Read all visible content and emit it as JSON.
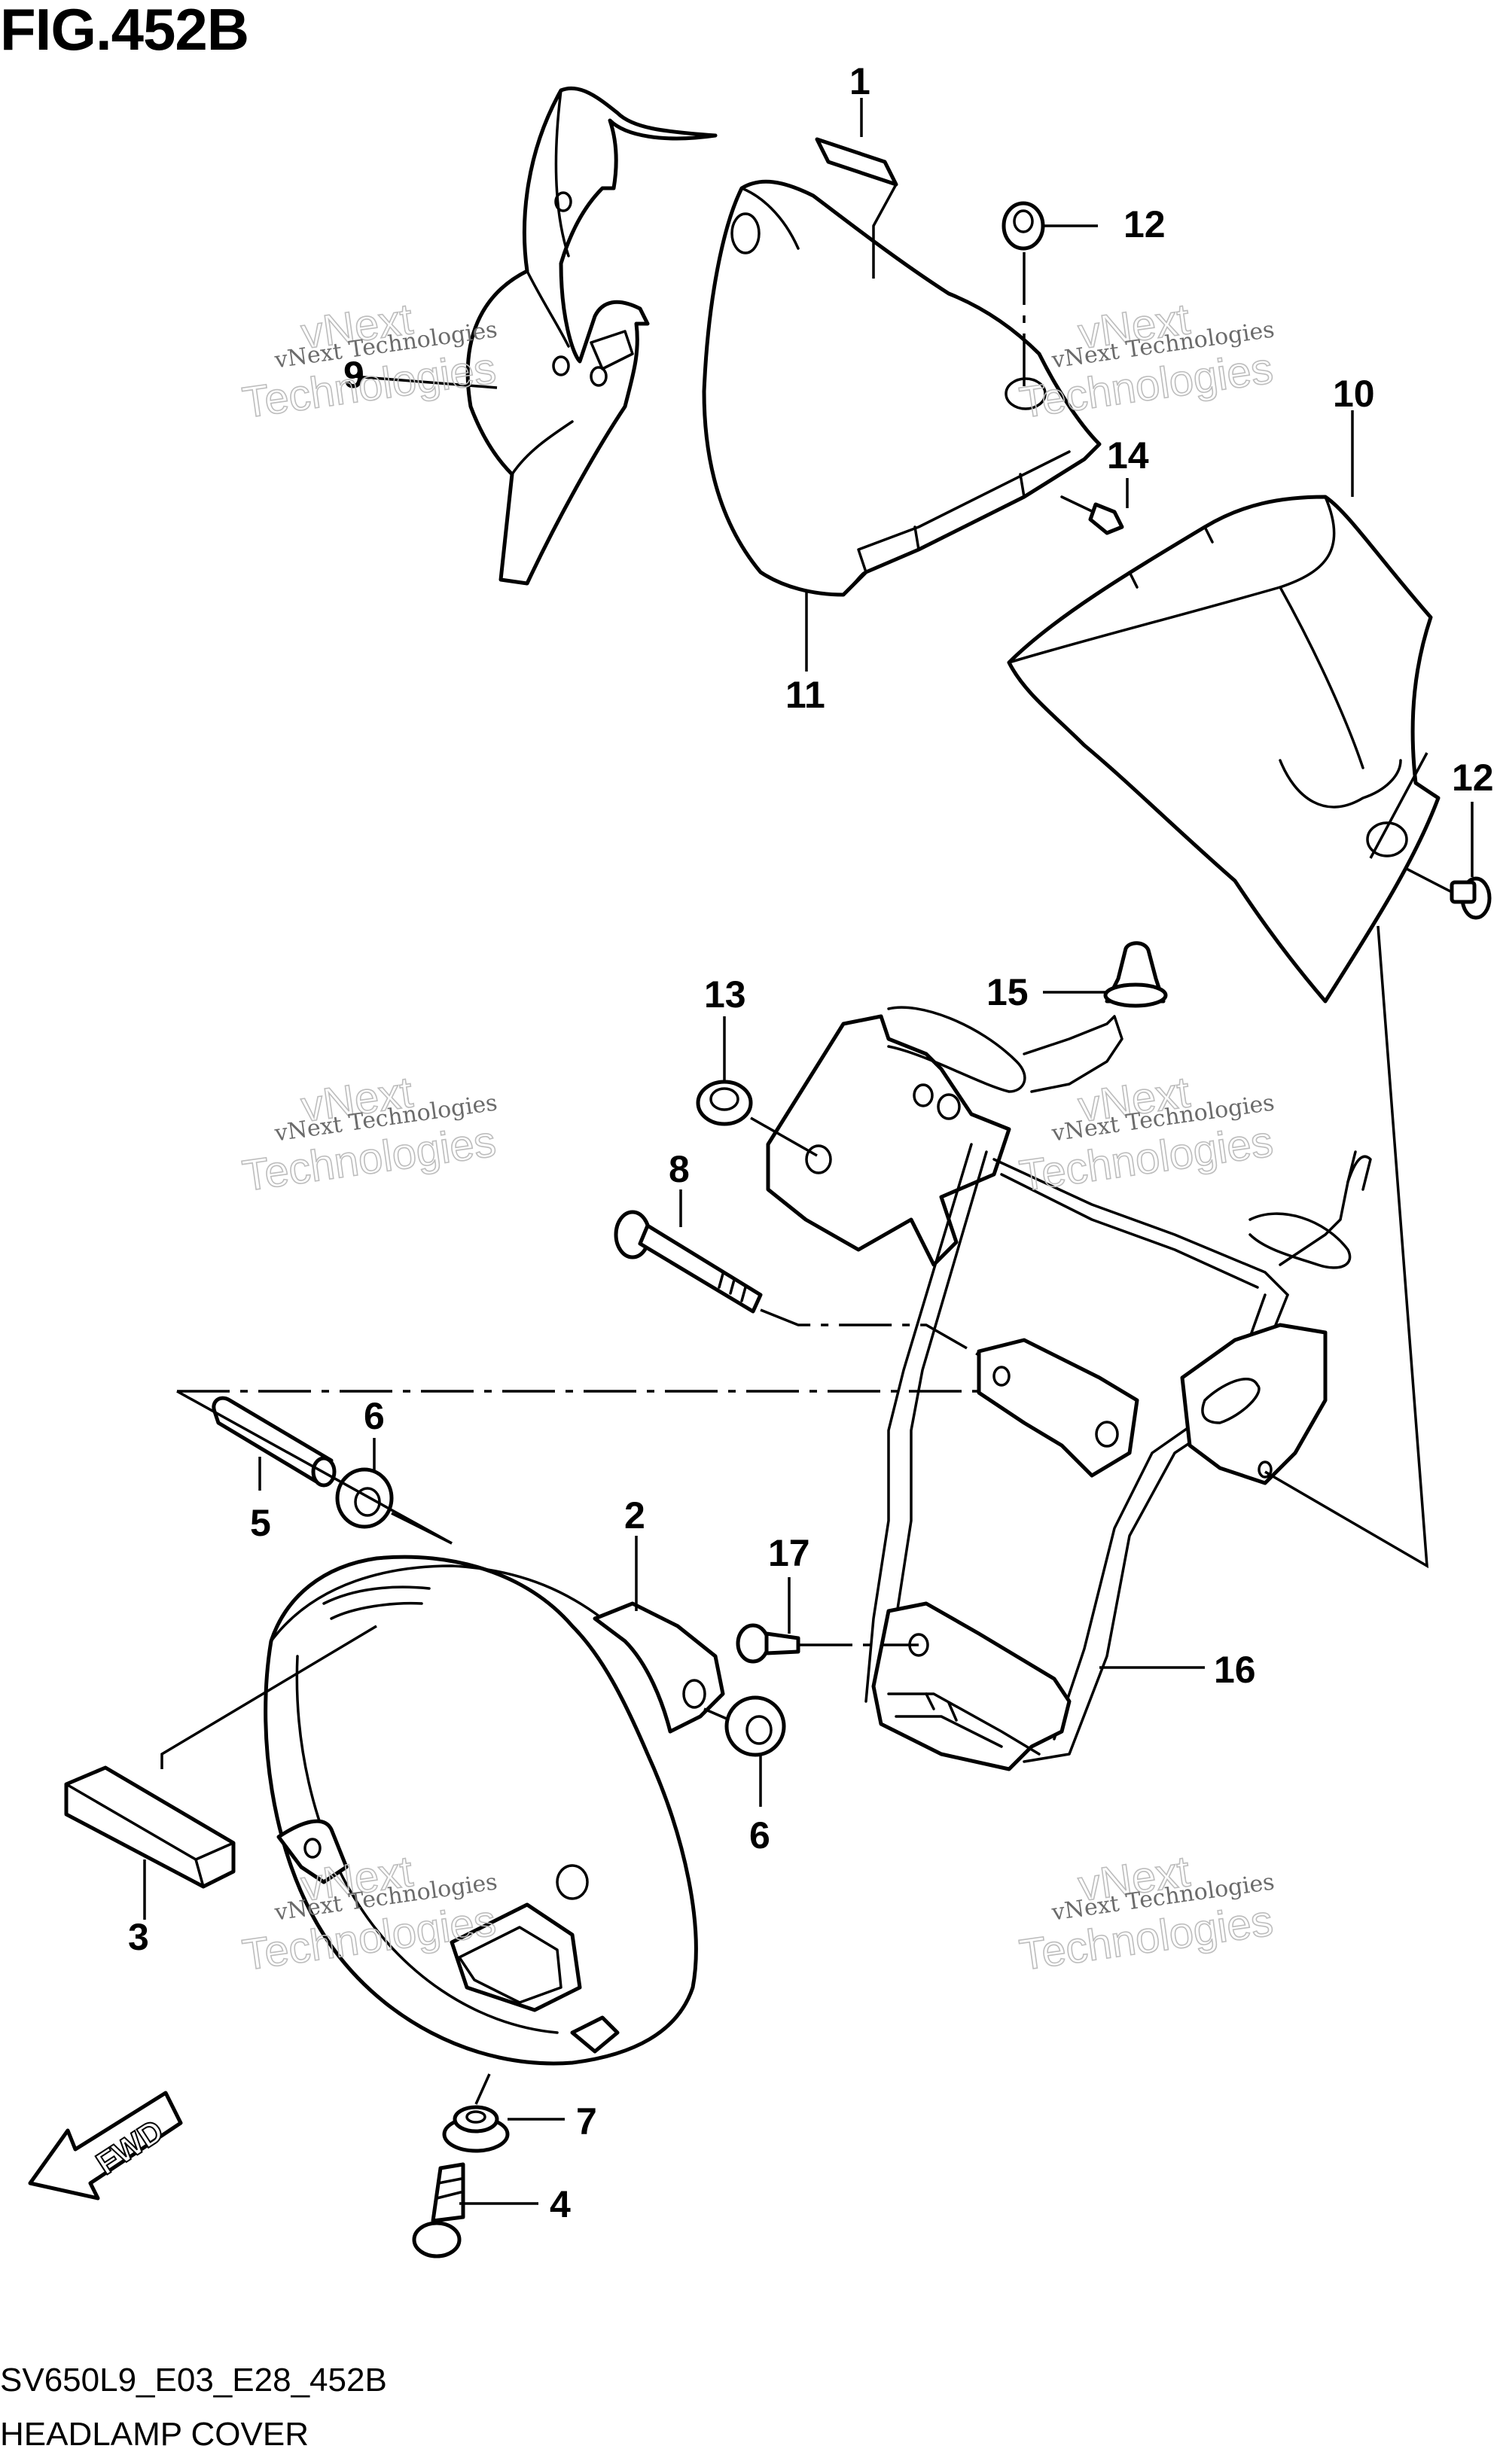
{
  "figure": {
    "title": "FIG.452B",
    "diagram_code": "SV650L9_E03_E28_452B",
    "diagram_name": "HEADLAMP COVER",
    "direction_label": "FWD"
  },
  "callouts": [
    "1",
    "2",
    "3",
    "4",
    "5",
    "6",
    "6",
    "7",
    "8",
    "9",
    "10",
    "11",
    "12",
    "12",
    "13",
    "14",
    "15",
    "16",
    "17"
  ],
  "watermarks": [
    {
      "line1": "vNext Technologies",
      "line2": "vNext",
      "line3": "Technologies"
    },
    {
      "line1": "vNext Technologies",
      "line2": "vNext",
      "line3": "Technologies"
    },
    {
      "line1": "vNext Technologies",
      "line2": "vNext",
      "line3": "Technologies"
    },
    {
      "line1": "vNext Technologies",
      "line2": "vNext",
      "line3": "Technologies"
    },
    {
      "line1": "vNext Technologies",
      "line2": "vNext",
      "line3": "Technologies"
    },
    {
      "line1": "vNext Technologies",
      "line2": "vNext",
      "line3": "Technologies"
    }
  ]
}
